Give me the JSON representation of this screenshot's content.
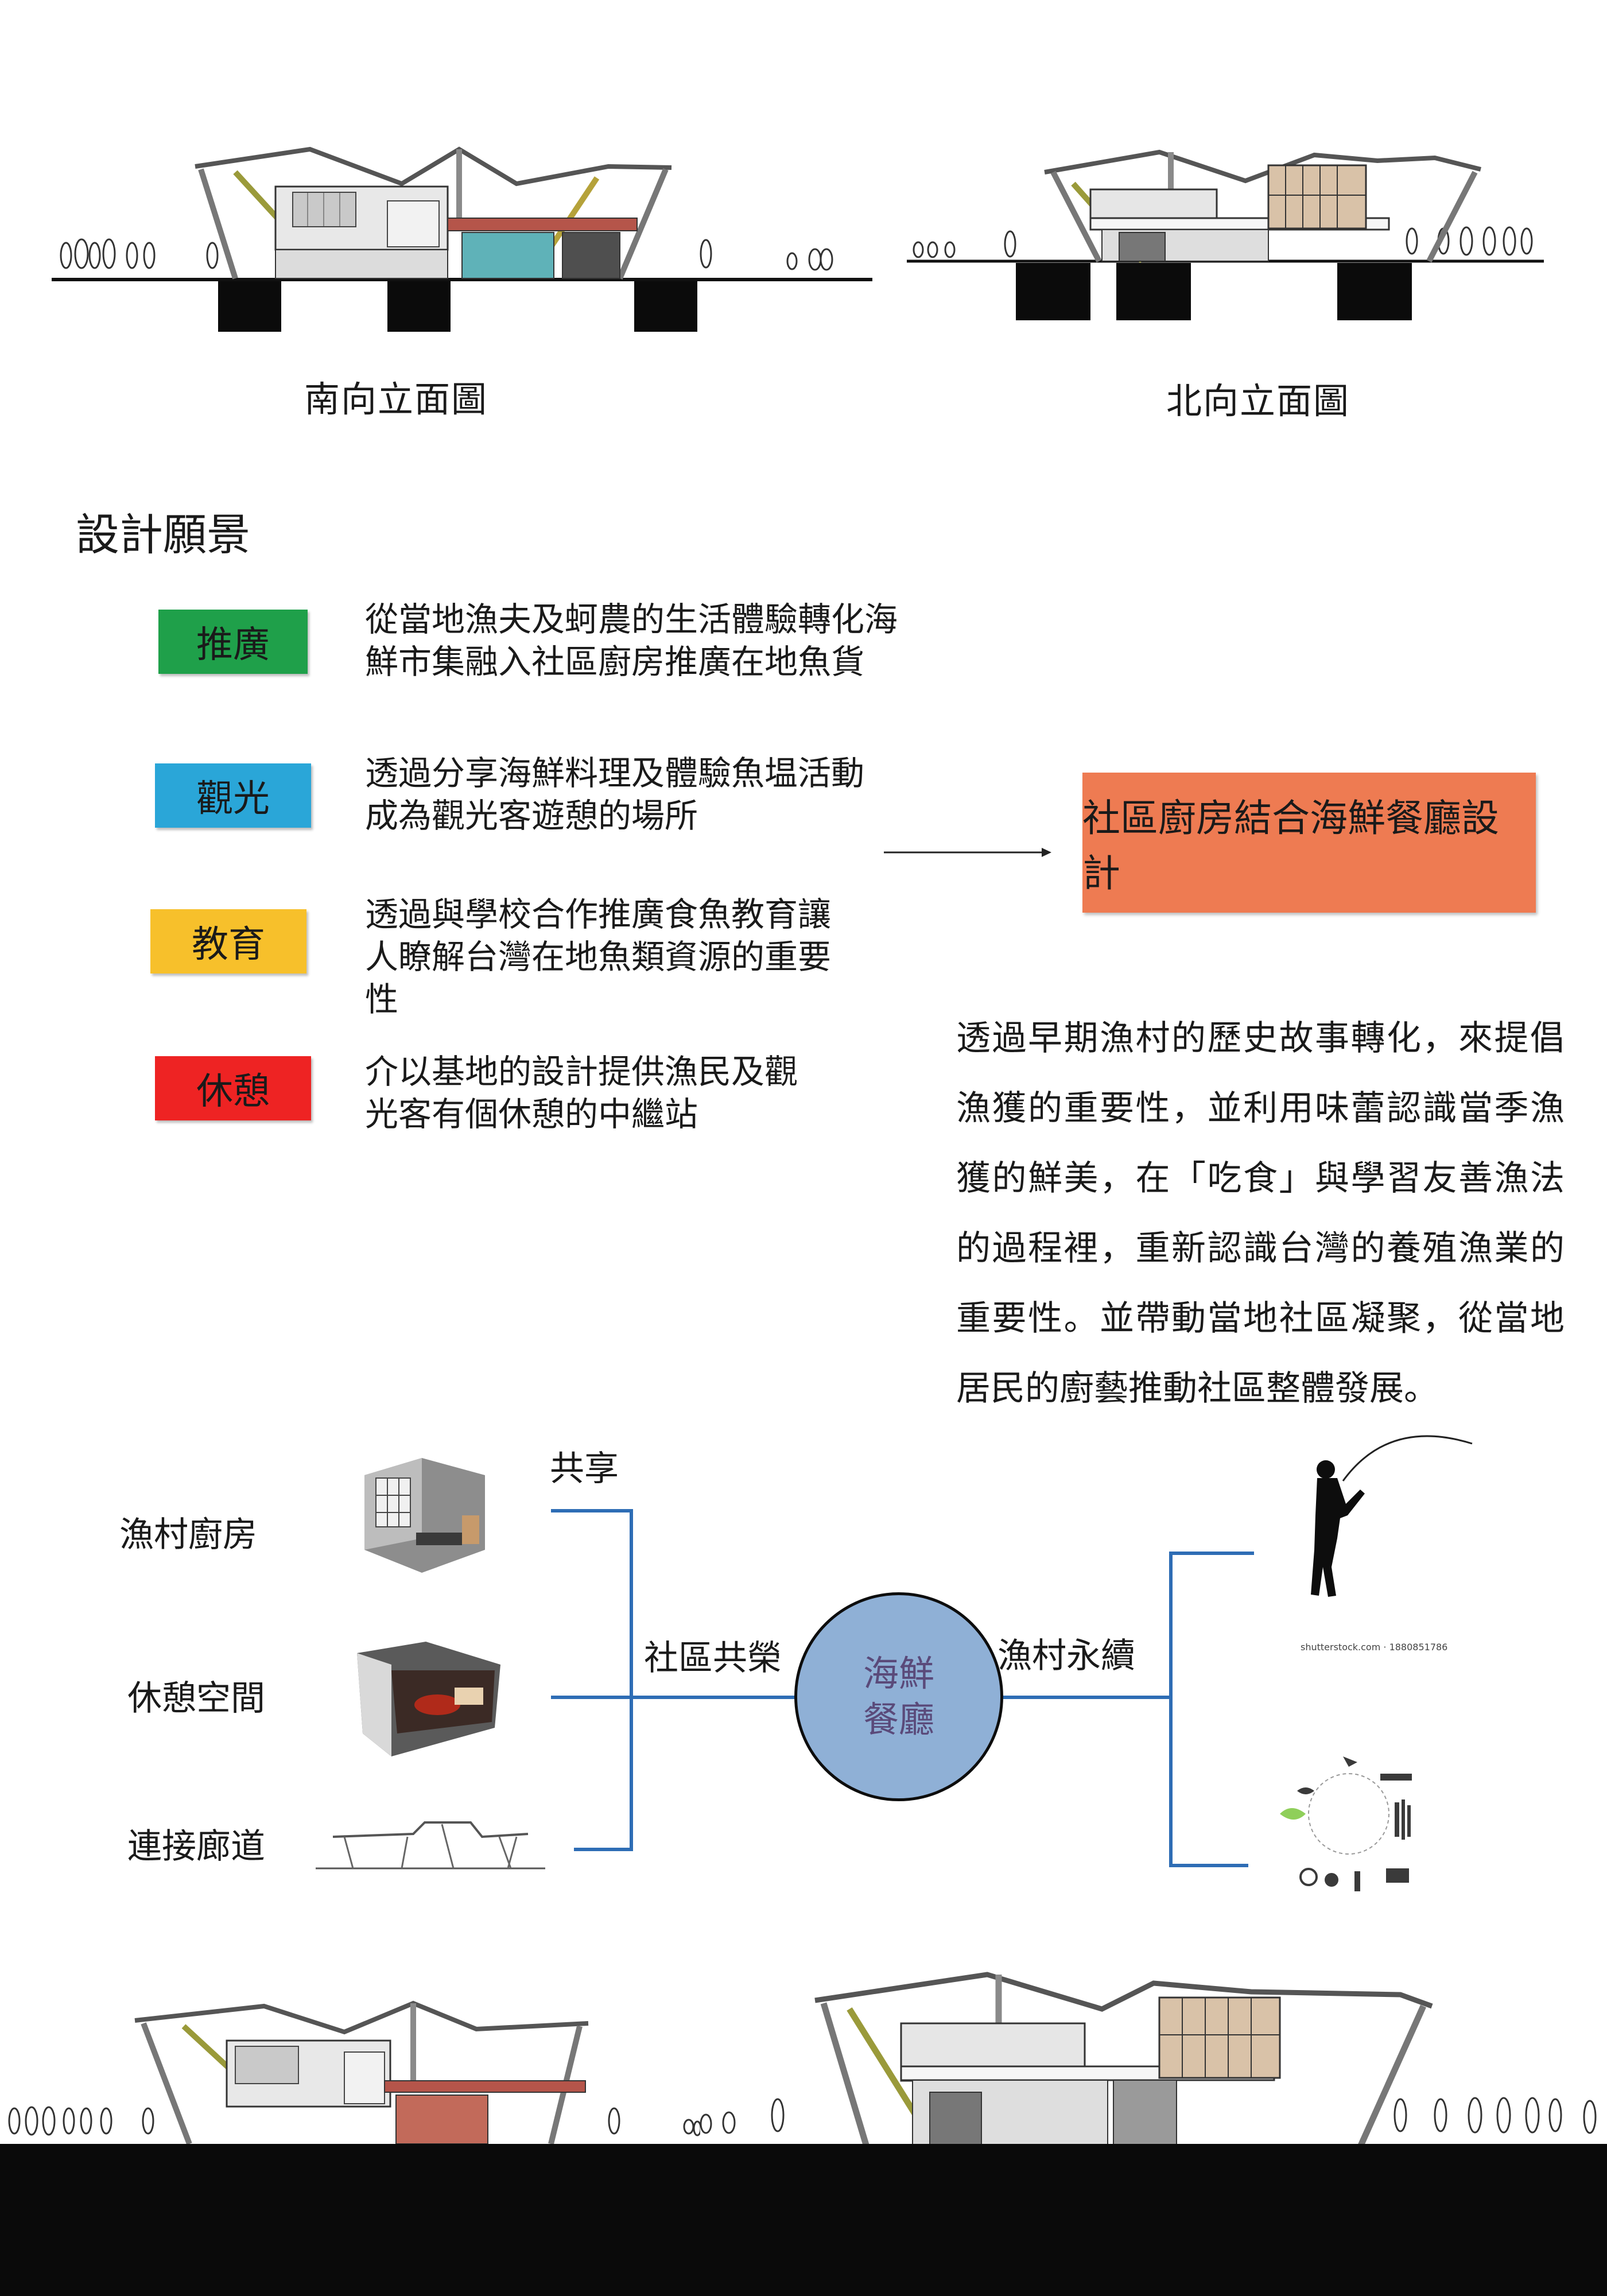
{
  "elevations": {
    "south_caption": "南向立面圖",
    "north_caption": "北向立面圖"
  },
  "vision": {
    "title": "設計願景",
    "items": [
      {
        "tag": "推廣",
        "color": "#1fa04a",
        "text": "從當地漁夫及蚵農的生活體驗轉化海鮮市集融入社區廚房推廣在地魚貨"
      },
      {
        "tag": "觀光",
        "color": "#2aa6d8",
        "text": "透過分享海鮮料理及體驗魚塭活動成為觀光客遊憩的場所"
      },
      {
        "tag": "教育",
        "color": "#f7c02b",
        "text": "透過與學校合作推廣食魚教育讓人瞭解台灣在地魚類資源的重要性"
      },
      {
        "tag": "休憩",
        "color": "#ee2323",
        "text": "介以基地的設計提供漁民及觀光客有個休憩的中繼站"
      }
    ],
    "result_box": "社區廚房結合海鮮餐廳設計",
    "paragraph": "透過早期漁村的歷史故事轉化，來提倡漁獲的重要性，並利用味蕾認識當季漁獲的鮮美，在「吃食」與學習友善漁法的過程裡，重新認識台灣的養殖漁業的重要性。並帶動當地社區凝聚，從當地居民的廚藝推動社區整體發展。"
  },
  "concept": {
    "left_nodes": [
      "漁村廚房",
      "休憩空間",
      "連接廊道"
    ],
    "share_label": "共享",
    "community_label": "社區共榮",
    "center_line1": "海鮮",
    "center_line2": "餐廳",
    "sustain_label": "漁村永續",
    "stock_caption": "shutterstock.com · 1880851786",
    "colors": {
      "line": "#2e6db5",
      "circle": "#8fb0d6",
      "circle_text": "#5a4a7a"
    }
  }
}
